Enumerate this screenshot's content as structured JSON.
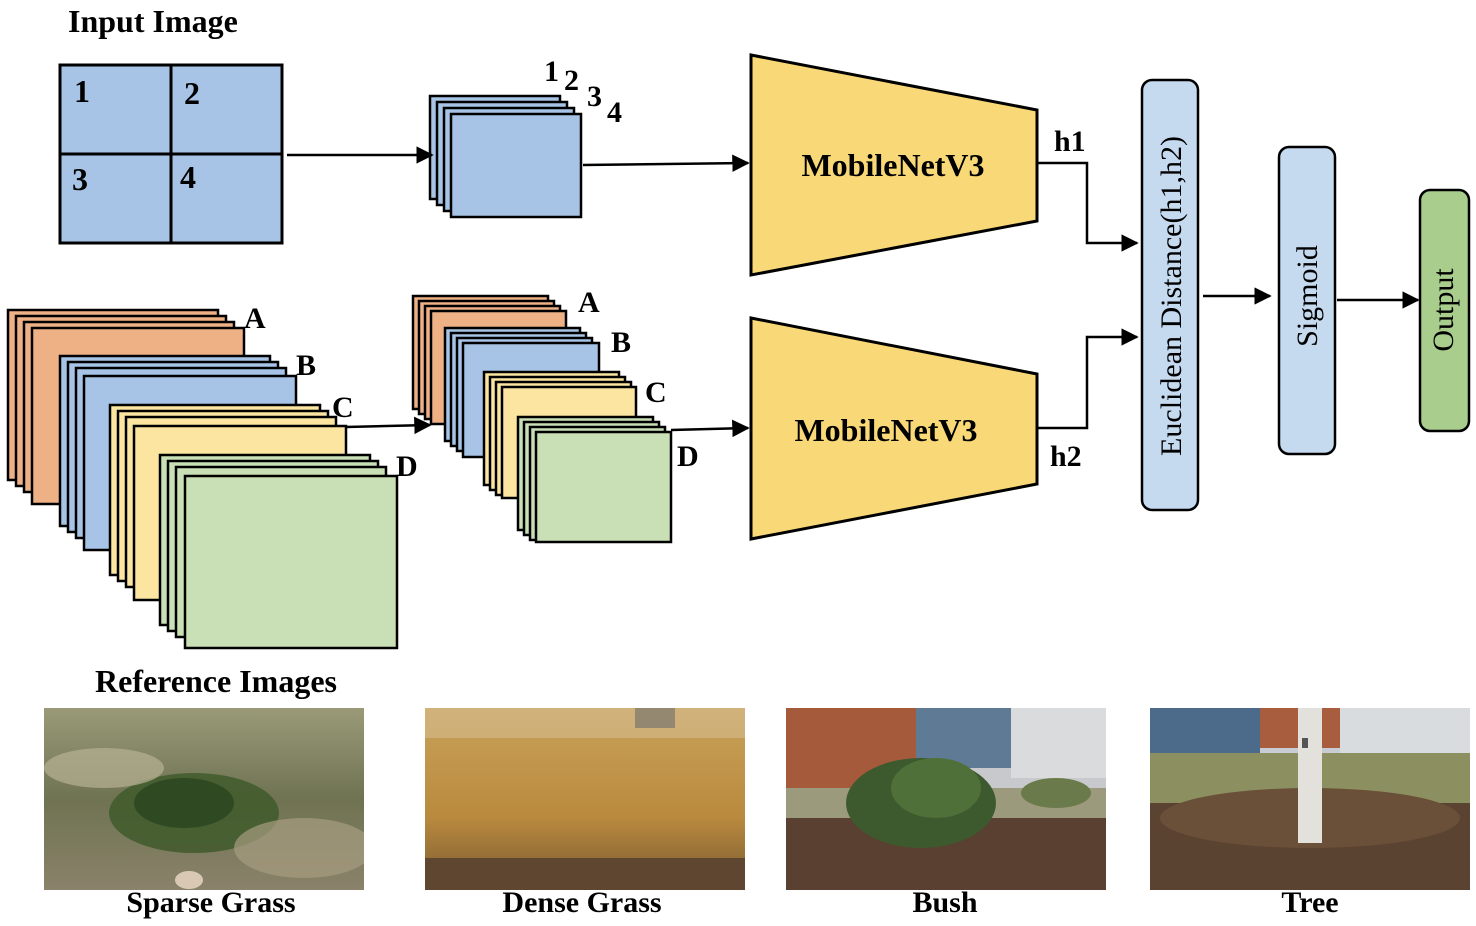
{
  "input_section": {
    "title": "Input Image",
    "grid_labels": [
      "1",
      "2",
      "3",
      "4"
    ],
    "patch_labels": [
      "1",
      "2",
      "3",
      "4"
    ]
  },
  "encoders": {
    "top": {
      "label": "MobileNetV3",
      "output": "h1"
    },
    "bottom": {
      "label": "MobileNetV3",
      "output": "h2"
    }
  },
  "reference_stack": {
    "labels": [
      "A",
      "B",
      "C",
      "D"
    ]
  },
  "sampled_stack": {
    "labels": [
      "A",
      "B",
      "C",
      "D"
    ]
  },
  "distance_block": {
    "label": "Euclidean Distance(h1,h2)"
  },
  "sigmoid_block": {
    "label": "Sigmoid"
  },
  "output_block": {
    "label": "Output"
  },
  "reference_section": {
    "title": "Reference Images",
    "images": [
      {
        "caption": "Sparse Grass"
      },
      {
        "caption": "Dense Grass"
      },
      {
        "caption": "Bush"
      },
      {
        "caption": "Tree"
      }
    ]
  },
  "colors": {
    "blue": "#a7c4e6",
    "orange": "#eeb085",
    "yellow": "#fbe5a1",
    "green": "#c9e0b6",
    "encoder": "#f9d878",
    "sigmoid": "#c5d9ef",
    "output": "#a9cd8c"
  }
}
